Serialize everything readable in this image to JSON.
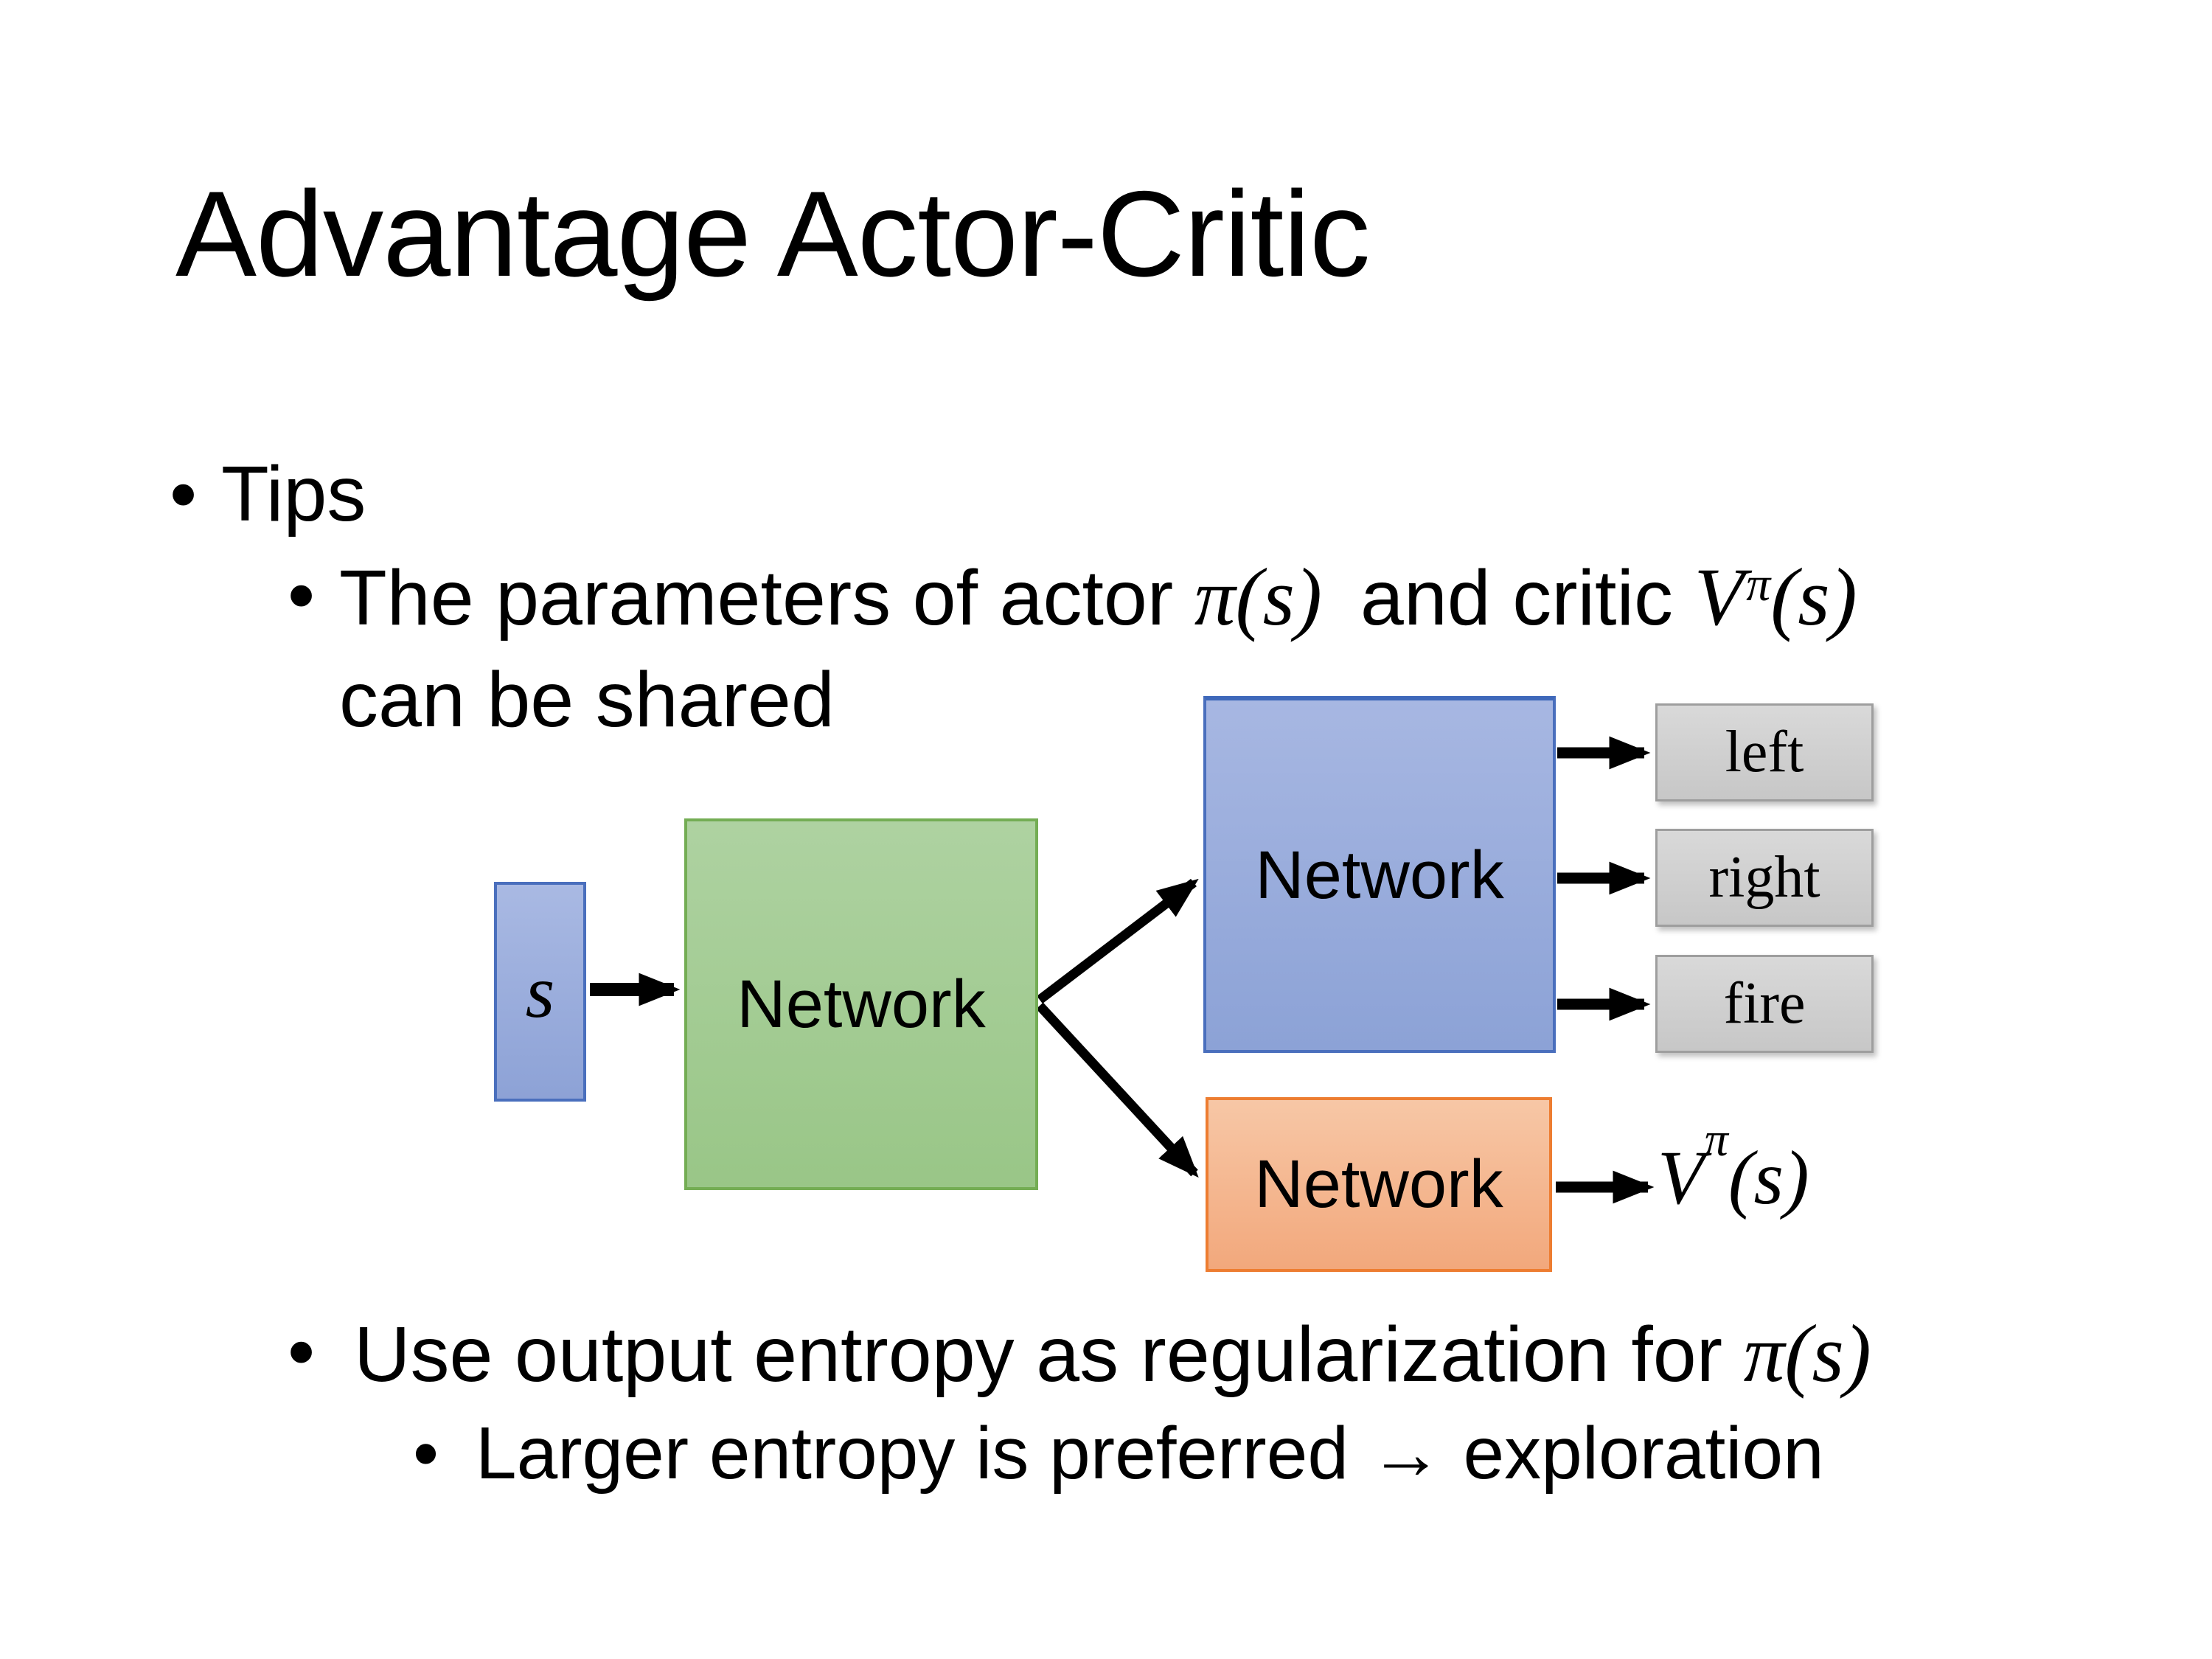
{
  "slide": {
    "title": "Advantage Actor-Critic",
    "bullet_glyph": "•",
    "bullets": {
      "tips": "Tips",
      "share": {
        "before": "The parameters of actor",
        "pi": "π(s)",
        "between": "and critic",
        "v_base": "V",
        "v_sup": "π",
        "v_args": "(s)",
        "line2": "can be shared"
      },
      "entropy": {
        "before": "Use output entropy as regularization for",
        "pi": "π(s)"
      },
      "exploration": "Larger entropy is preferred → exploration"
    }
  },
  "diagram": {
    "input_label": "s",
    "shared_network_label": "Network",
    "actor_network_label": "Network",
    "critic_network_label": "Network",
    "action_labels": [
      "left",
      "right",
      "fire"
    ],
    "value_base": "V",
    "value_sup": "π",
    "value_args": "(s)",
    "colors": {
      "input_fill": "#9FB1DF",
      "input_border": "#4A6FBD",
      "shared_fill": "#A5CD98",
      "shared_border": "#74AD54",
      "actor_fill": "#97ACDC",
      "actor_border": "#4472C4",
      "critic_fill": "#F4B183",
      "critic_border": "#ED7D31",
      "action_fill": "#D0D0D0",
      "action_border": "#9E9E9E",
      "arrow": "#000000"
    }
  }
}
